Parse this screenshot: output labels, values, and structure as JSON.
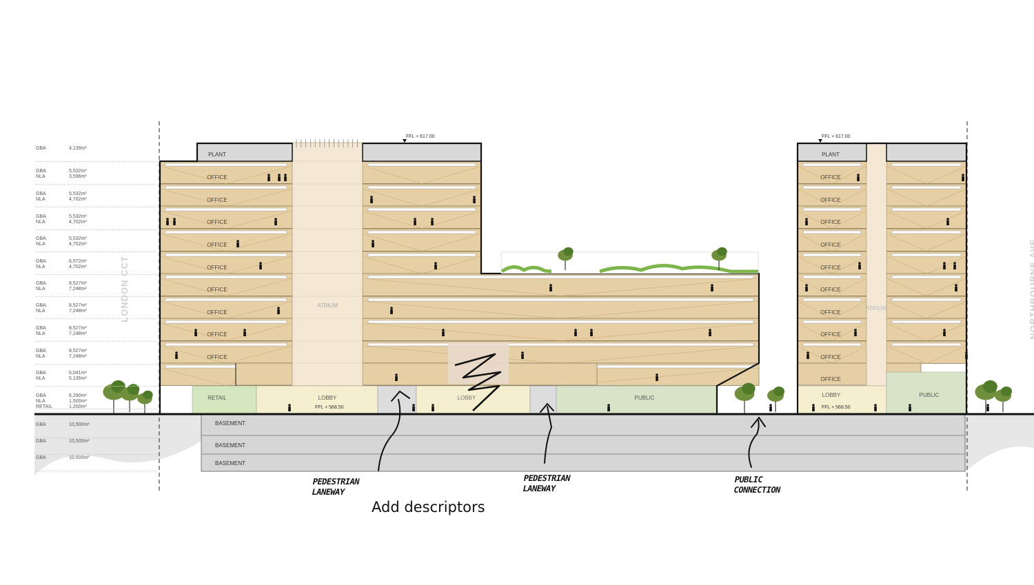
{
  "street_left": "LONDON CCT",
  "street_right": "NORTHBOURNE AVE",
  "levels": [
    {
      "gba_label": "GBA",
      "gba": "4,139m²"
    },
    {
      "gba_label": "GBA",
      "gba": "5,532m²",
      "nla_label": "NLA",
      "nla": "3,596m²"
    },
    {
      "gba_label": "GBA",
      "gba": "5,532m²",
      "nla_label": "NLA",
      "nla": "4,702m²"
    },
    {
      "gba_label": "GBA",
      "gba": "5,532m²",
      "nla_label": "NLA",
      "nla": "4,702m²"
    },
    {
      "gba_label": "GBA",
      "gba": "5,532m²",
      "nla_label": "NLA",
      "nla": "4,702m²"
    },
    {
      "gba_label": "GBA",
      "gba": "6,572m²",
      "nla_label": "NLA",
      "nla": "4,702m²"
    },
    {
      "gba_label": "GBA",
      "gba": "8,527m²",
      "nla_label": "NLA",
      "nla": "7,248m²"
    },
    {
      "gba_label": "GBA",
      "gba": "8,527m²",
      "nla_label": "NLA",
      "nla": "7,248m²"
    },
    {
      "gba_label": "GBA",
      "gba": "8,527m²",
      "nla_label": "NLA",
      "nla": "7,248m²"
    },
    {
      "gba_label": "GBA",
      "gba": "8,527m²",
      "nla_label": "NLA",
      "nla": "7,248m²"
    },
    {
      "gba_label": "GBA",
      "gba": "6,041m²",
      "nla_label": "NLA",
      "nla": "5,135m²"
    },
    {
      "gba_label": "GBA",
      "gba": "6,290m²",
      "nla_label": "NLA",
      "nla": "1,500m²",
      "retail_label": "RETAIL",
      "retail": "1,200m²"
    },
    {
      "gba_label": "GBA",
      "gba": "10,500m²"
    },
    {
      "gba_label": "GBA",
      "gba": "10,500m²"
    },
    {
      "gba_label": "GBA",
      "gba": "10,500m²"
    }
  ],
  "spaces": {
    "plant": "PLANT",
    "office": "OFFICE",
    "atrium": "ATRIUM",
    "retail": "RETAIL",
    "lobby": "LOBBY",
    "public": "PUBLIC",
    "basement": "BASEMENT"
  },
  "levels_marks": {
    "ffl_top": "FFL + 617.00",
    "ffl_ground": "FFL + 568.50"
  },
  "annotations": {
    "pedestrian_laneway_1": [
      "PEDESTRIAN",
      "LANEWAY"
    ],
    "pedestrian_laneway_2": [
      "PEDESTRIAN",
      "LANEWAY"
    ],
    "public_connection": [
      "PUBLIC",
      "CONNECTION"
    ],
    "caption": "Add descriptors"
  },
  "colors": {
    "office": "#e6cfa4",
    "atrium": "#f4e7d4",
    "plant": "#d9d9d9",
    "basement": "#d6d6d6",
    "retail": "#d4e6bd",
    "lobby": "#f6efcf",
    "public": "#d9e3c8",
    "outline": "#111111"
  }
}
